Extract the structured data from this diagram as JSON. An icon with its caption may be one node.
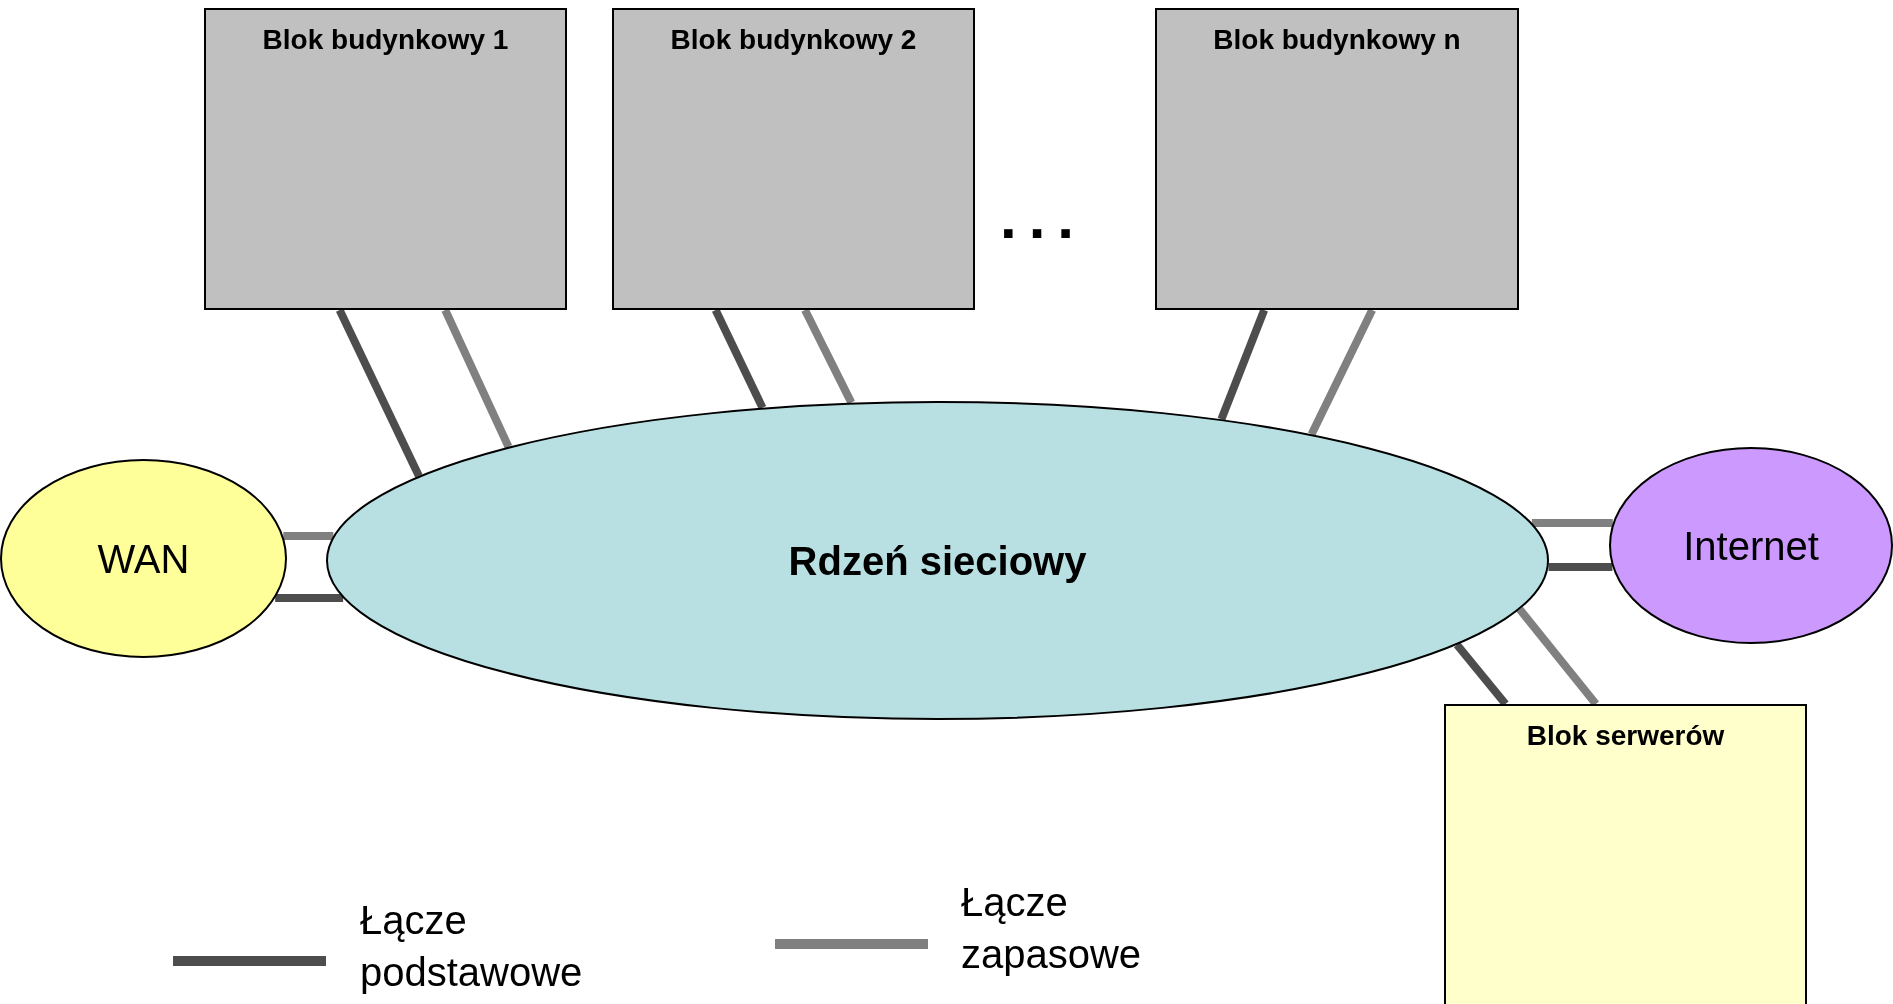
{
  "diagram": {
    "nodes": [
      {
        "text": [
          "Blok budynkowy 1"
        ]
      },
      {
        "text": [
          "Blok budynkowy 2"
        ]
      },
      {
        "text": [
          "Blok budynkowy n"
        ]
      },
      {
        "text": [
          "WAN"
        ]
      },
      {
        "text": [
          "Rdzeń sieciowy"
        ]
      },
      {
        "text": [
          "Internet"
        ]
      },
      {
        "text": [
          "Blok serwerów"
        ]
      }
    ],
    "edges": [
      {
        "from": 0,
        "to": 4,
        "arrow": "none",
        "color": "#4d4d4d"
      },
      {
        "from": 0,
        "to": 4,
        "arrow": "none",
        "color": "#808080"
      },
      {
        "from": 1,
        "to": 4,
        "arrow": "none",
        "color": "#4d4d4d"
      },
      {
        "from": 1,
        "to": 4,
        "arrow": "none",
        "color": "#808080"
      },
      {
        "from": 2,
        "to": 4,
        "arrow": "none",
        "color": "#4d4d4d"
      },
      {
        "from": 2,
        "to": 4,
        "arrow": "none",
        "color": "#808080"
      },
      {
        "from": 3,
        "to": 4,
        "arrow": "none",
        "color": "#808080"
      },
      {
        "from": 3,
        "to": 4,
        "arrow": "none",
        "color": "#4d4d4d"
      },
      {
        "from": 5,
        "to": 4,
        "arrow": "none",
        "color": "#808080"
      },
      {
        "from": 5,
        "to": 4,
        "arrow": "none",
        "color": "#4d4d4d"
      },
      {
        "from": 6,
        "to": 4,
        "arrow": "none",
        "color": "#4d4d4d"
      },
      {
        "from": 6,
        "to": 4,
        "arrow": "none",
        "color": "#808080"
      }
    ],
    "labels": [
      "..."
    ],
    "legend": [
      {
        "text": "Łącze podstawowe",
        "color": "#4d4d4d"
      },
      {
        "text": "Łącze zapasowe",
        "color": "#808080"
      }
    ]
  }
}
